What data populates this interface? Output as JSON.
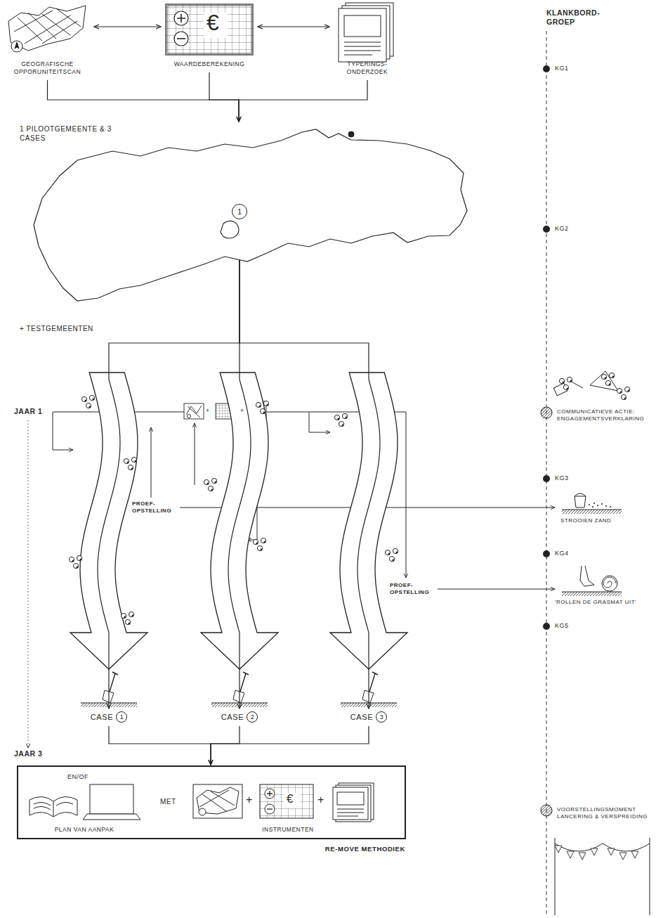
{
  "diagram": {
    "nodes": [
      {
        "text": [
          "GEOGRAFISCHE OPPORUNITEITSCAN"
        ]
      },
      {
        "text": [
          "WAARDEBEREKENING"
        ]
      },
      {
        "text": [
          "TYPERINGS- ONDERZOEK"
        ]
      },
      {
        "text": [
          "1 PILOOTGEMEENTE & 3 CASES"
        ]
      },
      {
        "text": [
          "1"
        ],
        "in": 3
      },
      {
        "text": [
          "CASE",
          "1"
        ]
      },
      {
        "text": [
          "CASE",
          "2"
        ]
      },
      {
        "text": [
          "CASE",
          "3"
        ]
      },
      {
        "text": [
          "RE-MOVE METHODIEK"
        ]
      }
    ],
    "edges": [
      {
        "from": 0,
        "to": 1,
        "arrow": "both"
      },
      {
        "from": 1,
        "to": 2,
        "arrow": "both"
      },
      {
        "from": 0,
        "to": 3,
        "arrow": "to"
      },
      {
        "from": 1,
        "to": 3,
        "arrow": "to"
      },
      {
        "from": 2,
        "to": 3,
        "arrow": "to"
      },
      {
        "from": 4,
        "to": 5,
        "arrow": "to"
      },
      {
        "from": 4,
        "to": 6,
        "arrow": "to"
      },
      {
        "from": 4,
        "to": 7,
        "arrow": "to"
      },
      {
        "from": 5,
        "to": 8,
        "arrow": "to"
      },
      {
        "from": 6,
        "to": 8,
        "arrow": "to"
      },
      {
        "from": 7,
        "to": 8,
        "arrow": "to"
      }
    ],
    "labels": [
      "KLANKBORD- GROEP",
      "KG1",
      "KG2",
      "KG3",
      "KG4",
      "KG5",
      "COMMUNICATIEVE ACTIE: ENGAGEMENTSVERKLARING",
      "STROOIEN ZAND",
      "'ROLLEN DE GRASMAT UIT'",
      "VOORSTELLINGSMOMENT LANCERING & VERSPREIDING",
      "+ TESTGEMEENTEN",
      "JAAR 1",
      "PROEF- OPSTELLING",
      "PROEF- OPSTELLING",
      "JAAR 3",
      "EN/OF",
      "PLAN VAN AANPAK",
      "MET",
      "+",
      "+",
      "INSTRUMENTEN",
      "€",
      "€",
      "+",
      "+"
    ]
  }
}
